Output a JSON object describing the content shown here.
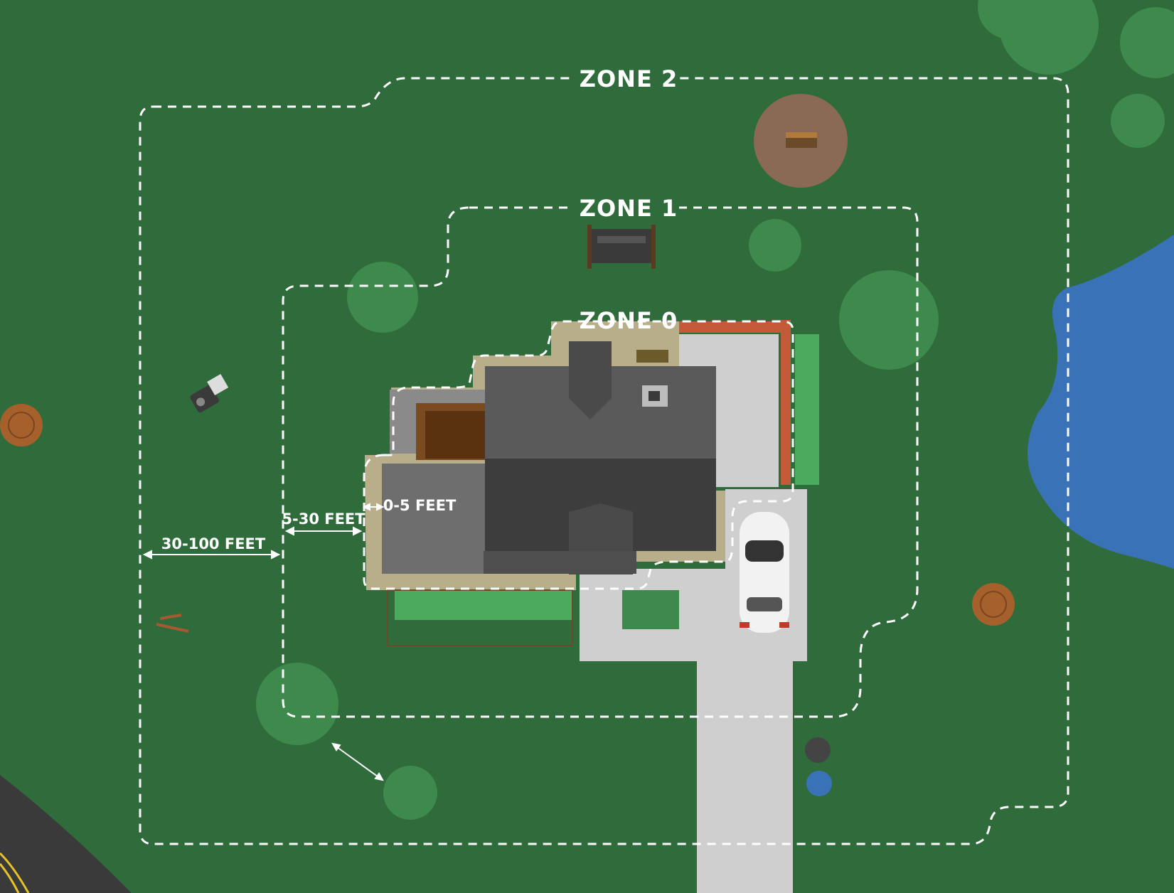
{
  "zones": {
    "zone0": "ZONE 0",
    "zone1": "ZONE 1",
    "zone2": "ZONE 2"
  },
  "distances": {
    "zone0": "0-5 FEET",
    "zone1": "5-30 FEET",
    "zone2": "30-100 FEET"
  },
  "colors": {
    "grass": "#2f6b3b",
    "tree": "#3e8a4c",
    "pond": "#3a72b8",
    "roof_light": "#5a5a5a",
    "roof_dark": "#3d3d3d",
    "concrete": "#cfcfcf",
    "gravel": "#b8ae8a",
    "brick": "#c45a3a",
    "road": "#3a3a3a"
  },
  "icons": [
    "house-icon",
    "car-icon",
    "tree-icon",
    "stump-icon",
    "lawnmower-icon",
    "bench-icon",
    "firepit-icon",
    "pond-icon",
    "trash-bin-icon",
    "road-icon"
  ]
}
